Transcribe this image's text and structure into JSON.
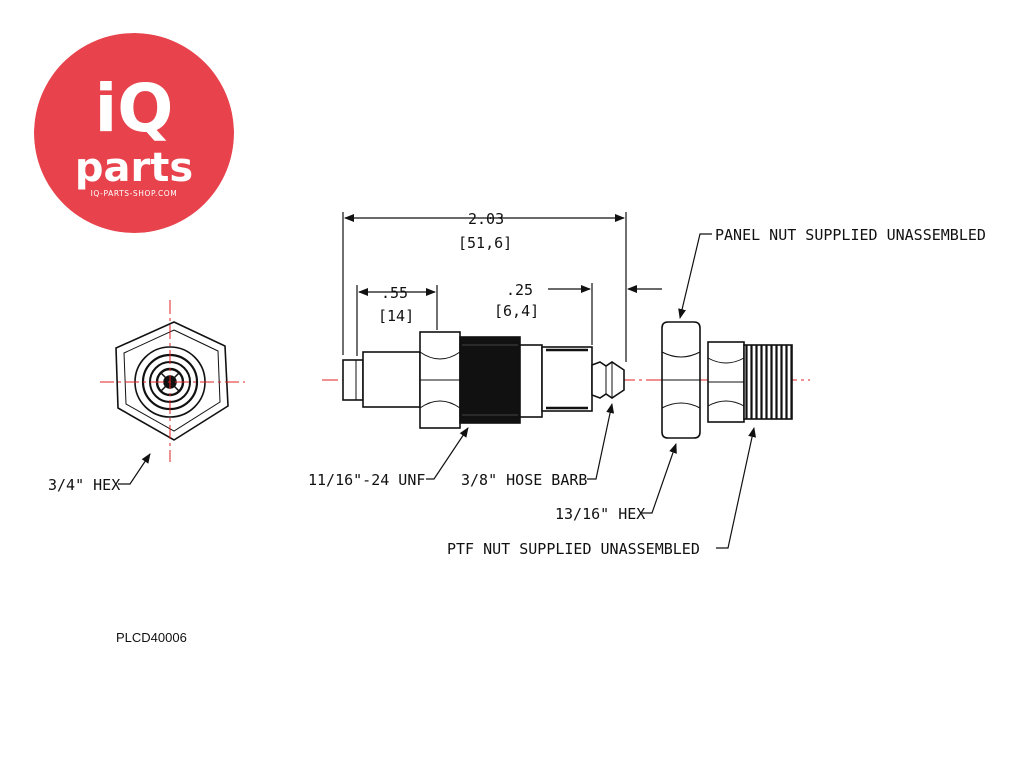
{
  "logo": {
    "brand_top": "iQ",
    "brand_bottom": "parts",
    "website": "IQ-PARTS-SHOP.COM",
    "color": "#e8434c"
  },
  "drawing": {
    "overall_length": "2.03",
    "overall_length_mm": "[51,6]",
    "front_length": ".55",
    "front_length_mm": "[14]",
    "barb_length": ".25",
    "barb_length_mm": "[6,4]",
    "callouts": {
      "panel_nut": "PANEL NUT SUPPLIED UNASSEMBLED",
      "hex_3_4": "3/4\" HEX",
      "thread": "11/16\"-24 UNF",
      "hose_barb": "3/8\" HOSE BARB",
      "hex_13_16": "13/16\" HEX",
      "ptf_nut": "PTF NUT SUPPLIED UNASSEMBLED"
    },
    "centerline_color": "#e02020",
    "line_color": "#111111"
  },
  "part_code": "PLCD40006"
}
